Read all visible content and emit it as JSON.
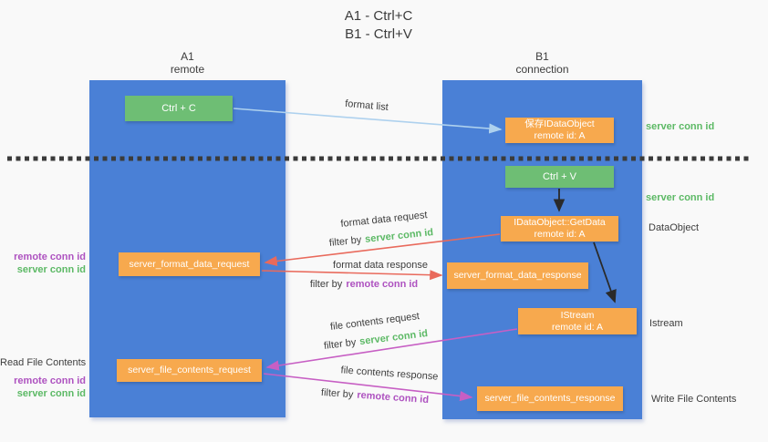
{
  "title": {
    "line1": "A1 - Ctrl+C",
    "line2": "B1 - Ctrl+V"
  },
  "columns": {
    "a1": {
      "title": "A1",
      "subtitle": "remote"
    },
    "b1": {
      "title": "B1",
      "subtitle": "connection"
    }
  },
  "boxes": {
    "ctrl_c": "Ctrl + C",
    "ctrl_v": "Ctrl + V",
    "save_idataobject": {
      "line1": "保存IDataObject",
      "line2": "remote id: A"
    },
    "getdata": {
      "line1": "IDataObject::GetData",
      "line2": "remote id: A"
    },
    "istream": {
      "line1": "IStream",
      "line2": "remote id: A"
    },
    "format_request": "server_format_data_request",
    "format_response": "server_format_data_response",
    "file_request": "server_file_contents_request",
    "file_response": "server_file_contents_response"
  },
  "labels": {
    "format_list": "format list",
    "format_data_request": "format data request",
    "format_data_response": "format data response",
    "file_contents_request": "file contents request",
    "file_contents_response": "file contents response",
    "filter_by": "filter by",
    "server_conn_id": "server conn id",
    "remote_conn_id": "remote conn id",
    "dataobject": "DataObject",
    "istream": "Istream",
    "read_file_contents": "Read File Contents",
    "write_file_contents": "Write File Contents"
  },
  "colors": {
    "column_blue": "#4a80d6",
    "box_orange": "#f7a94e",
    "box_green": "#6ebe74",
    "arrow_light_blue": "#aed1ee",
    "arrow_salmon": "#e96a5c",
    "arrow_magenta": "#c75fc4",
    "arrow_black": "#2a2a2a",
    "dotted_line": "#3b3b3b",
    "text_green": "#5cb965",
    "text_purple": "#ae52c0"
  }
}
